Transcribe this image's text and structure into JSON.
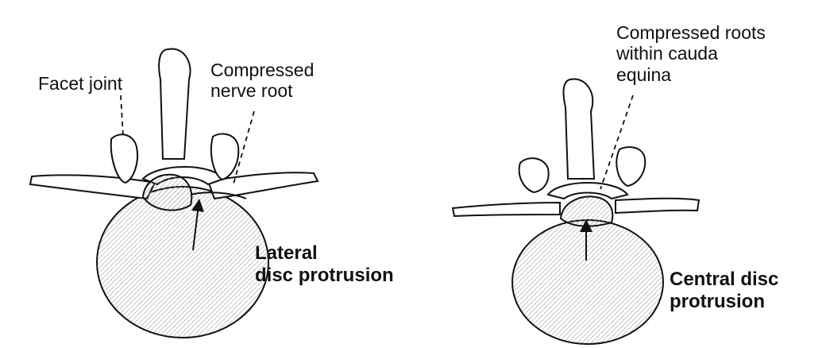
{
  "labels": {
    "facet_joint": "Facet joint",
    "compressed_nerve_root": "Compressed\nnerve root",
    "lateral_protrusion": "Lateral\ndisc protrusion",
    "compressed_roots_cauda": "Compressed roots\nwithin cauda\nequina",
    "central_protrusion": "Central disc\nprotrusion"
  },
  "colors": {
    "ink": "#111111",
    "paper": "#ffffff"
  }
}
